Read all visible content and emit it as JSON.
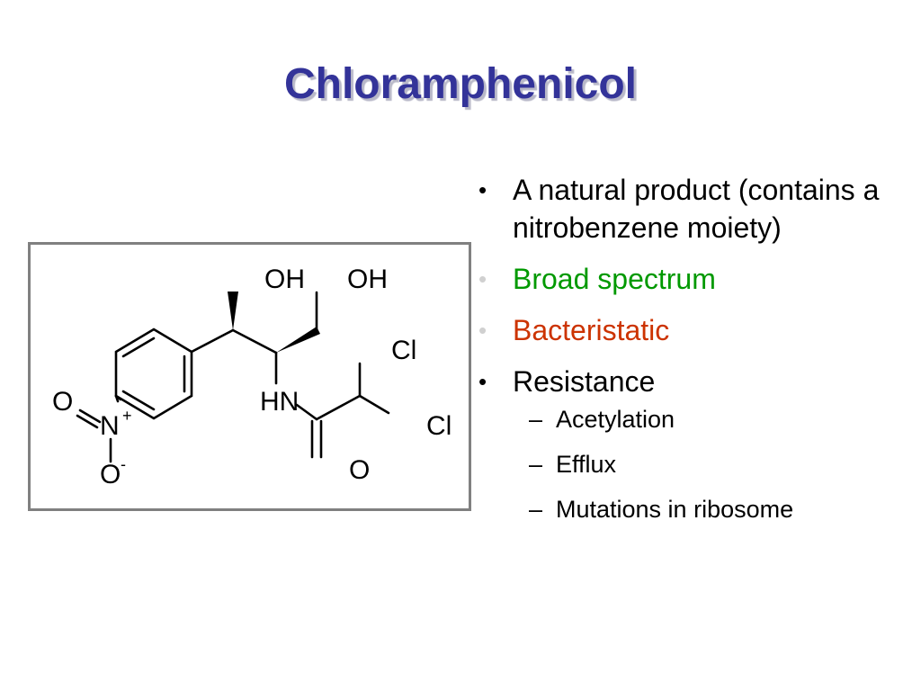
{
  "slide": {
    "title": "Chloramphenicol"
  },
  "structure": {
    "atom_labels": {
      "oh_left": "OH",
      "oh_right": "OH",
      "cl_top": "Cl",
      "cl_right": "Cl",
      "hn": "HN",
      "carbonyl_o": "O",
      "nitro_o_top": "O",
      "nitro_n": "N",
      "nitro_plus": "+",
      "nitro_o_bottom": "O",
      "nitro_minus": "-"
    },
    "colors": {
      "frame_border": "#808080",
      "bonds": "#000000"
    }
  },
  "bullets": [
    {
      "text": "A natural product (contains a nitrobenzene moiety)",
      "color": "#000000",
      "marker": "•"
    },
    {
      "text": "Broad spectrum",
      "color": "#009900",
      "marker": "•"
    },
    {
      "text": "Bacteristatic",
      "color": "#cc3300",
      "marker": "•"
    },
    {
      "text": "Resistance",
      "color": "#000000",
      "marker": "•",
      "sub": [
        {
          "text": "Acetylation",
          "marker": "–"
        },
        {
          "text": "Efflux",
          "marker": "–"
        },
        {
          "text": "Mutations in ribosome",
          "marker": "–"
        }
      ]
    }
  ],
  "theme": {
    "title_color": "#333399"
  }
}
